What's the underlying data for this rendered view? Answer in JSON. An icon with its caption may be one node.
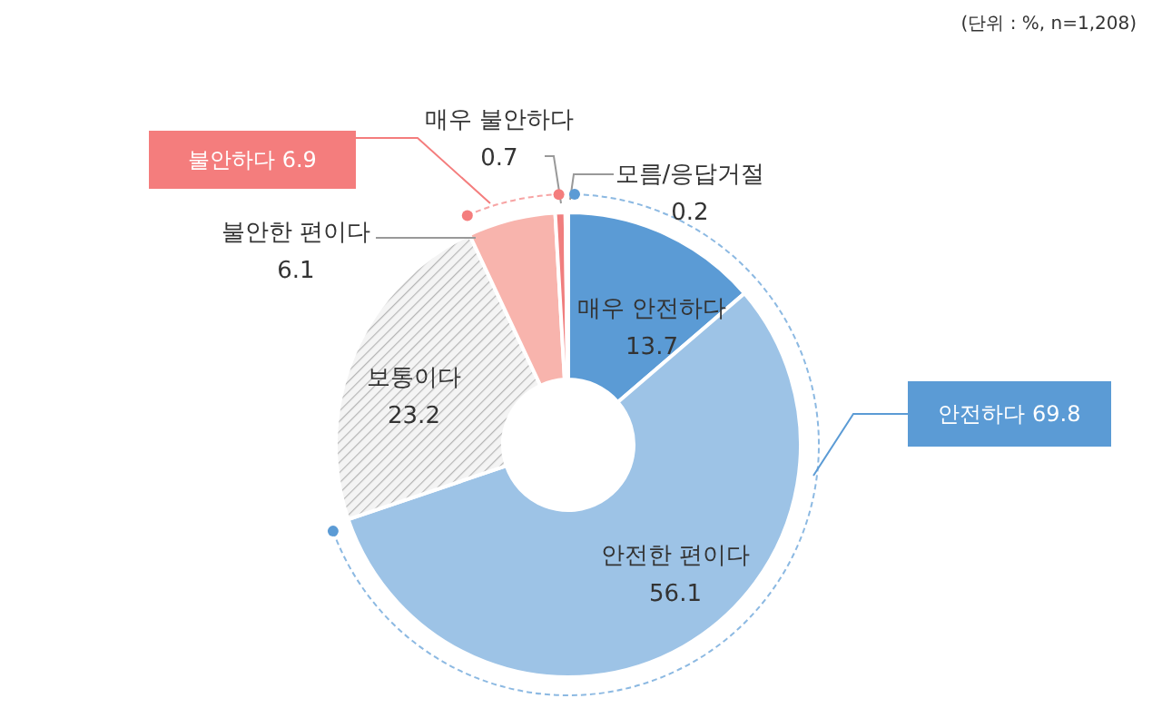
{
  "diagram": {
    "labels": [
      "(단위 : %, n=1,208)"
    ],
    "chart_data": {
      "type": "donut",
      "categories": [
        "매우 안전하다",
        "안전한 편이다",
        "보통이다",
        "불안한 편이다",
        "매우 불안하다",
        "모름/응답거절"
      ],
      "values": [
        13.7,
        56.1,
        23.2,
        6.1,
        0.7,
        0.2
      ],
      "data_labels": true,
      "annotations": [
        "안전하다 69.8",
        "불안하다 6.9"
      ]
    }
  }
}
